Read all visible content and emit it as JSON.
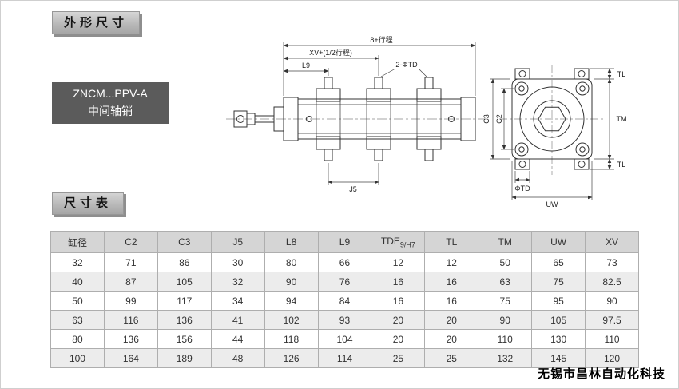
{
  "sections": {
    "outline_title": "外形尺寸",
    "table_title": "尺寸表"
  },
  "model": {
    "line1": "ZNCM...PPV-A",
    "line2": "中间轴销"
  },
  "drawing": {
    "dim_l8": "L8+行程",
    "dim_xv": "XV+(1/2行程)",
    "dim_l9": "L9",
    "dim_2td": "2-ΦTD",
    "dim_j5": "J5",
    "dim_tl_top": "TL",
    "dim_tm": "TM",
    "dim_tl_bottom": "TL",
    "dim_c3": "C3",
    "dim_c2": "C2",
    "dim_td": "ΦTD",
    "dim_uw": "UW"
  },
  "table": {
    "headers": [
      {
        "text": "缸径"
      },
      {
        "text": "C2"
      },
      {
        "text": "C3"
      },
      {
        "text": "J5"
      },
      {
        "text": "L8"
      },
      {
        "text": "L9"
      },
      {
        "text": "TDE",
        "sub": "9/H7"
      },
      {
        "text": "TL"
      },
      {
        "text": "TM"
      },
      {
        "text": "UW"
      },
      {
        "text": "XV"
      }
    ],
    "rows": [
      [
        "32",
        "71",
        "86",
        "30",
        "80",
        "66",
        "12",
        "12",
        "50",
        "65",
        "73"
      ],
      [
        "40",
        "87",
        "105",
        "32",
        "90",
        "76",
        "16",
        "16",
        "63",
        "75",
        "82.5"
      ],
      [
        "50",
        "99",
        "117",
        "34",
        "94",
        "84",
        "16",
        "16",
        "75",
        "95",
        "90"
      ],
      [
        "63",
        "116",
        "136",
        "41",
        "102",
        "93",
        "20",
        "20",
        "90",
        "105",
        "97.5"
      ],
      [
        "80",
        "136",
        "156",
        "44",
        "118",
        "104",
        "20",
        "20",
        "110",
        "130",
        "110"
      ],
      [
        "100",
        "164",
        "189",
        "48",
        "126",
        "114",
        "25",
        "25",
        "132",
        "145",
        "120"
      ]
    ]
  },
  "footer": {
    "watermark": "无锡市昌林自动化科技"
  },
  "colors": {
    "section_label_bg": "#bcbcbc",
    "model_box_bg": "#5b5b5b",
    "table_header_bg": "#d5d5d5",
    "row_alt_bg": "#ececec"
  }
}
